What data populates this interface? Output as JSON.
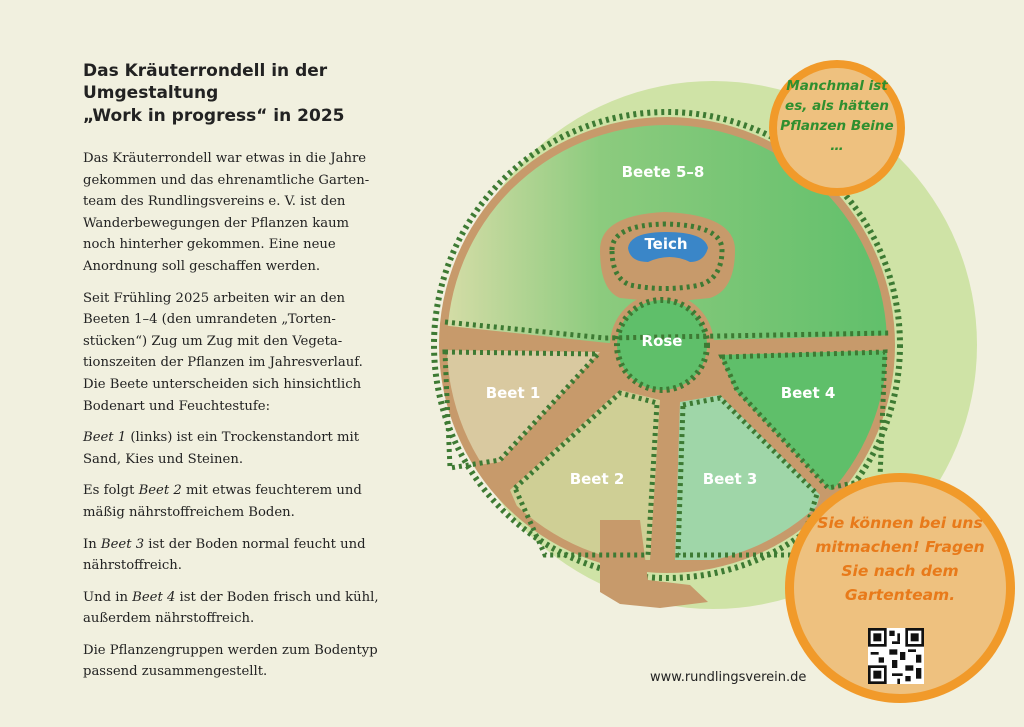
{
  "article": {
    "title": "Das Kräuterrondell in der Umgestaltung",
    "subtitle": "„Work in progress“ in 2025",
    "p1": "Das Kräuterrondell war etwas in die Jahre gekommen und das ehrenamtliche Garten­team des Rundlingsvereins e. V. ist den Wanderbewegungen der Pflanzen kaum noch hinterher gekommen. Eine neue Anordnung soll geschaffen werden.",
    "p2": "Seit Frühling 2025 arbeiten wir an den Beeten 1–4 (den umrandeten „Torten­stücken“) Zug um Zug mit den Vegeta­tionszeiten der Pflanzen im Jahresver­lauf. Die Beete unterscheiden sich hinsichtlich Bodenart und Feuchtestufe:",
    "p3_em": "Beet 1",
    "p3_rest": " (links) ist ein Trockenstandort mit Sand, Kies und Steinen.",
    "p4_pre": "Es folgt ",
    "p4_em": "Beet 2",
    "p4_rest": " mit etwas feuchterem und mäßig nährstoffreichem Boden.",
    "p5_pre": "In ",
    "p5_em": "Beet 3",
    "p5_rest": " ist der Boden normal feucht und nährstoffreich.",
    "p6_pre": "Und in ",
    "p6_em": "Beet 4",
    "p6_rest": " ist der Boden frisch und kühl, außerdem nährstoffreich.",
    "p7": "Die Pflanzengruppen werden zum Bodentyp passend zusammengestellt."
  },
  "diagram": {
    "beete_5_8": "Beete 5–8",
    "teich": "Teich",
    "rose": "Rose",
    "beet1": "Beet 1",
    "beet2": "Beet 2",
    "beet3": "Beet 3",
    "beet4": "Beet 4"
  },
  "bubbles": {
    "top": "Manchmal ist es, als hätten Pflanzen Beine …",
    "bottom": "Sie können bei uns mitmachen! Fragen Sie nach dem Gartenteam."
  },
  "footer": {
    "url": "www.rundlingsverein.de"
  },
  "colors": {
    "background": "#f1f0df",
    "outer_green": "#cfe3a6",
    "path": "#c79a6b",
    "beete_5_8": "#5fbf6a",
    "beet1": "#d9c9a0",
    "beet2": "#cfcf95",
    "beet3": "#9fd6a8",
    "beet4": "#5fbf6a",
    "pond": "#3a86c8",
    "bubble_fill": "#eec17f",
    "bubble_ring": "#f19a2a"
  },
  "icons": {
    "qr": "qr-code-icon",
    "hedge": "hedge-border-icon"
  }
}
